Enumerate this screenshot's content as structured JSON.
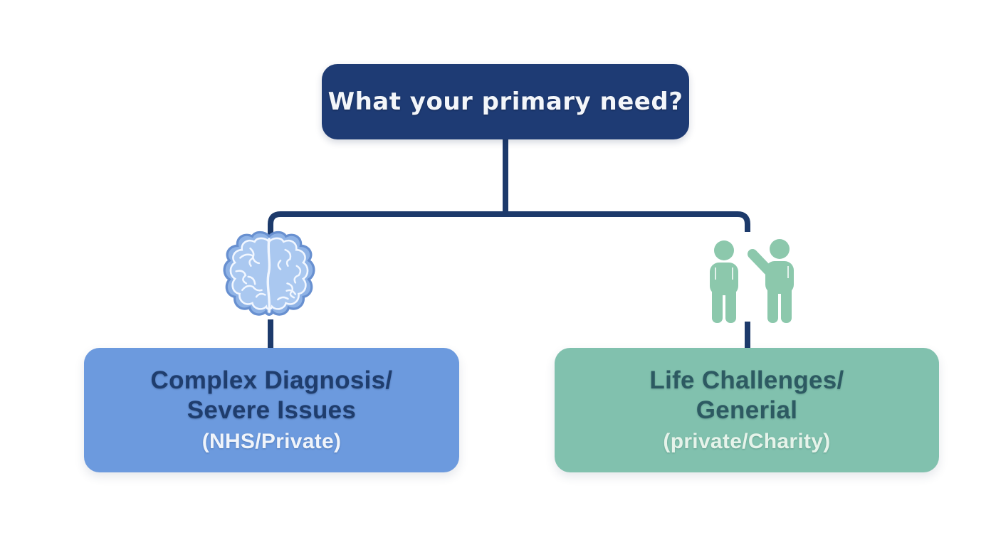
{
  "title": {
    "label": "What your primary need?"
  },
  "branches": [
    {
      "name": "complex-diagnosis",
      "icon": "brain-icon",
      "line1": "Complex Diagnosis/",
      "line2": "Severe Issues",
      "sub": "(NHS/Private)"
    },
    {
      "name": "life-challenges",
      "icon": "people-icon",
      "line1": "Life Challenges/",
      "line2": "Generial",
      "sub": "(private/Charity)"
    }
  ],
  "colors": {
    "background": "#ffffff",
    "root_fill": "#1e3b74",
    "root_text": "#f3f6fa",
    "connector": "#1d3a6b",
    "left_box_fill": "#6c9ade",
    "left_box_text": "#1f3d6d",
    "left_box_sub_text": "#f0f4fa",
    "right_box_fill": "#81c1ae",
    "right_box_text": "#2d5a62",
    "right_box_sub_text": "#e6f3ea",
    "brain_fill_outer": "#8fb3e6",
    "brain_fill_inner": "#aac8f0",
    "brain_stroke": "#6890d0",
    "brain_fold": "#f2f7ff",
    "people_fill": "#8cc8ac"
  }
}
